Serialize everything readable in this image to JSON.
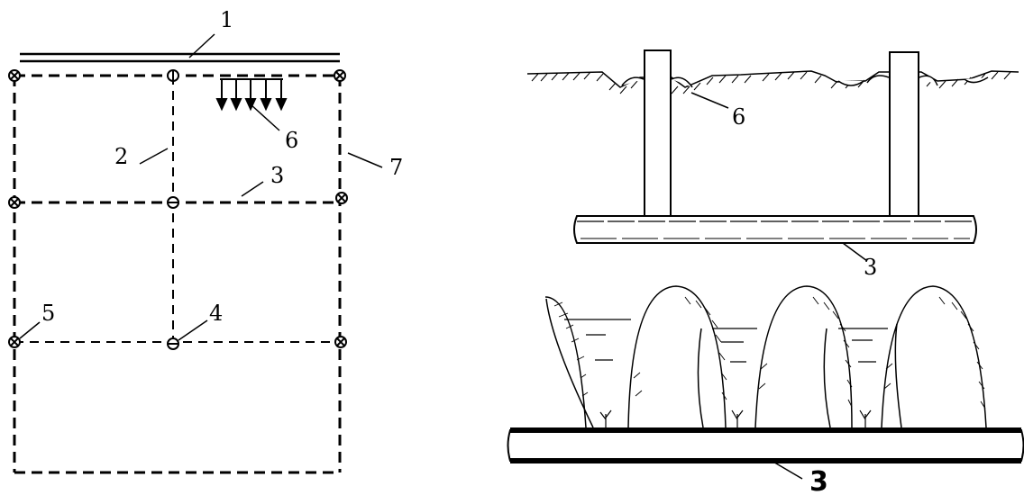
{
  "diagram": {
    "plan_view": {
      "labels": {
        "main_pipe": "1",
        "lateral_pipe": "2",
        "distribution_pipe": "3",
        "riser": "4",
        "end_valve": "5",
        "outflow": "6",
        "border_pipe": "7"
      }
    },
    "section_view": {
      "labels": {
        "outflow": "6",
        "pipe": "3"
      }
    },
    "furrow_view": {
      "labels": {
        "pipe": "3"
      }
    }
  }
}
